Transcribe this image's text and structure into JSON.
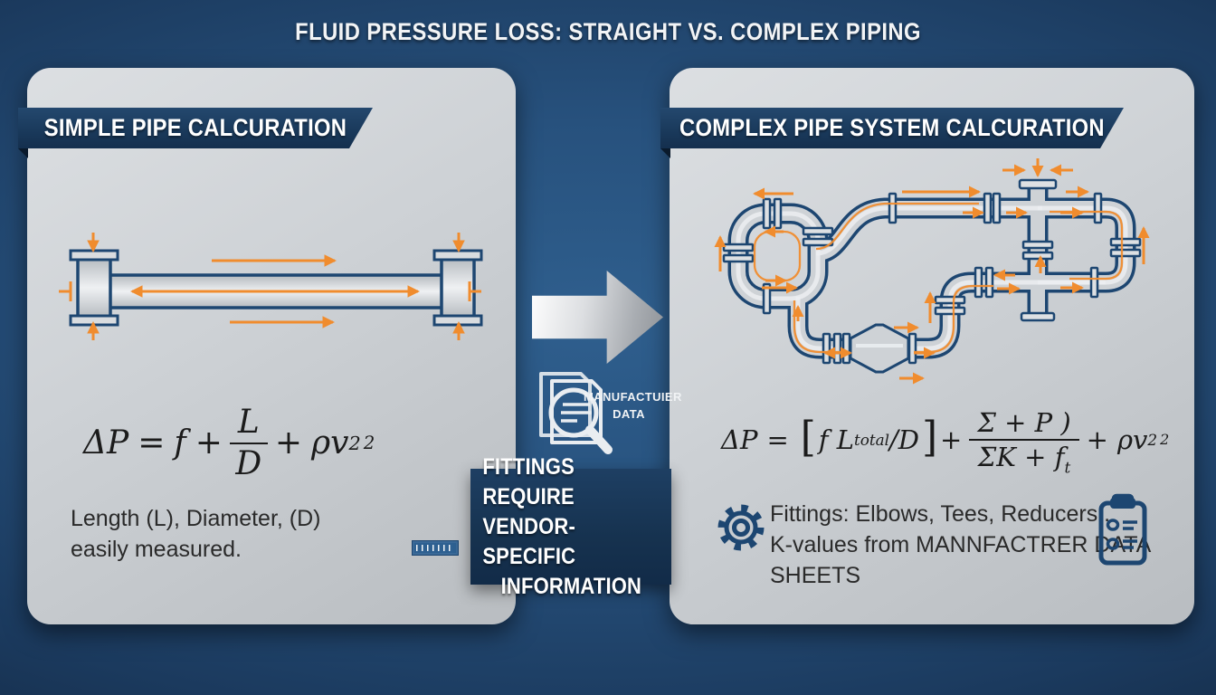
{
  "title": "FLUID PRESSURE LOSS: STRAIGHT VS. COMPLEX PIPING",
  "left_panel": {
    "header": "SIMPLE PIPE CALCURATION",
    "formula": {
      "p1": "ΔP",
      "p2": "=",
      "p3": "f",
      "p4": "+",
      "num": "L",
      "den": "D",
      "p5": "+",
      "p6": "ρv",
      "sup": "2",
      "sub": "2"
    },
    "caption": [
      "Length (L), Diameter, (D)",
      "easily measured."
    ]
  },
  "middle": {
    "manufacturer_label": [
      "MANUFACTUIER",
      "DATA"
    ],
    "info_box": [
      "FITTINGS REQUIRE",
      "VENDOR-SPECIFIC",
      "INFORMATION"
    ]
  },
  "right_panel": {
    "header": "COMPLEX PIPE SYSTEM CALCURATION",
    "formula": {
      "p1": "ΔP",
      "p2": "=",
      "open": "[",
      "p3": "f L",
      "sub1": "total",
      "p4": "/D",
      "close": "]",
      "p5": "+",
      "num": "Σ + P )",
      "den": "ΣK + f",
      "den_sub": "t",
      "p6": "+",
      "p7": "ρv",
      "sup": "2",
      "sub": "2"
    },
    "caption": [
      "Fittings: Elbows, Tees, Reducers..",
      "K-values from MANNFACTRER DATA SHEETS"
    ]
  },
  "colors": {
    "background": "#27517d",
    "panel": "#cdd1d5",
    "banner_navy": "#1a3a5c",
    "pipe_blue": "#1d4671",
    "accent_orange": "#f08c2e",
    "text_dark": "#2a2a2a",
    "white": "#ffffff"
  }
}
